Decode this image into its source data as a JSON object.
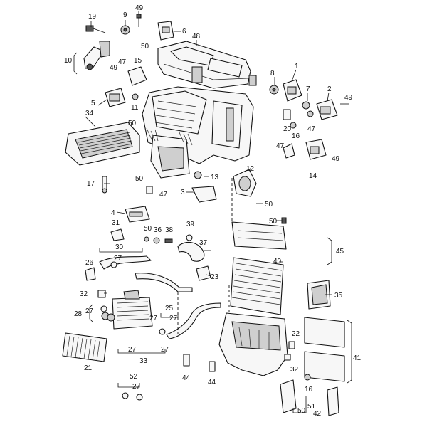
{
  "callouts": [
    "1",
    "2",
    "3",
    "4",
    "5",
    "6",
    "7",
    "8",
    "9",
    "10",
    "11",
    "12",
    "13",
    "14",
    "15",
    "16",
    "17",
    "19",
    "20",
    "21",
    "22",
    "23",
    "25",
    "26",
    "27",
    "28",
    "30",
    "31",
    "32",
    "33",
    "34",
    "35",
    "36",
    "37",
    "38",
    "39",
    "40",
    "41",
    "42",
    "44",
    "45",
    "47",
    "48",
    "49",
    "50",
    "51",
    "52"
  ]
}
